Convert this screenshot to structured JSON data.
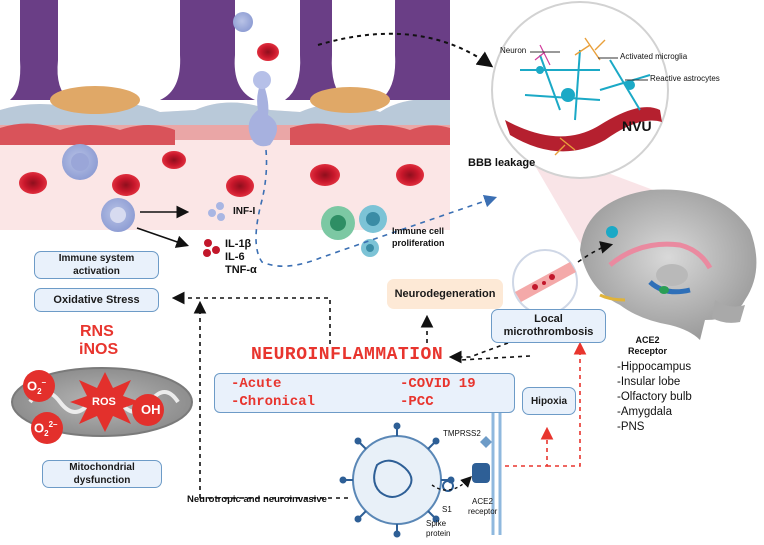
{
  "labels": {
    "infi": "INF-I",
    "il1b": "IL-1β",
    "il6": "IL-6",
    "tnfa": "TNF-α",
    "immune_cell_1": "Immune cell",
    "immune_cell_2": "proliferation",
    "bbb_leakage": "BBB leakage",
    "neuron": "Neuron",
    "activated_microglia": "Activated microglia",
    "reactive_astrocytes": "Reactive astrocytes",
    "nvu": "NVU",
    "rns": "RNS",
    "inos": "iNOS",
    "ros": "ROS",
    "oh": "OH",
    "o2_a": "O",
    "o2_b": "O",
    "neuroinflammation": "NEUROINFLAMMATION",
    "neurotropic": "Neurotropic and neuroinvasive",
    "tmprss2": "TMPRSS2",
    "s1": "S1",
    "spike_1": "Spike",
    "spike_2": "protein",
    "ace2_1": "ACE2",
    "ace2_2": "receptor",
    "ace2_receptor_1": "ACE2",
    "ace2_receptor_2": "Receptor"
  },
  "boxes": {
    "immune_activation_1": "Immune system",
    "immune_activation_2": "activation",
    "oxidative_stress": "Oxidative Stress",
    "mito_1": "Mitochondrial",
    "mito_2": "dysfunction",
    "neurodegeneration": "Neurodegeneration",
    "local_1": "Local",
    "local_2": "microthrombosis",
    "hipoxia": "Hipoxia"
  },
  "phases": {
    "acute": "-Acute",
    "chronical": "-Chronical",
    "covid": "-COVID 19",
    "pcc": "-PCC"
  },
  "brain_regions": [
    "-Hippocampus",
    "-Insular lobe",
    "-Olfactory bulb",
    "-Amygdala",
    "-PNS"
  ],
  "colors": {
    "box_fill": "#e9f1fb",
    "box_border": "#6d9bc7",
    "orange_fill": "#fde9d6",
    "red_text": "#e8352e",
    "red_dashed": "#e8352e",
    "blue_dashed": "#3b6fb3",
    "black_dashed": "#111111"
  }
}
